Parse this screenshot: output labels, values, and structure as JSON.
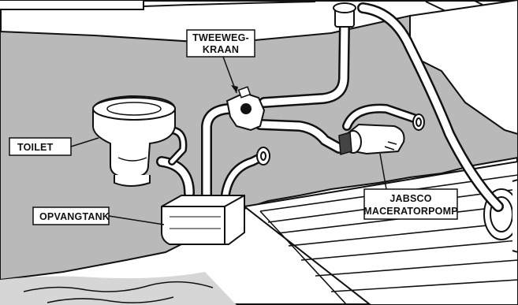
{
  "labels": {
    "tweeweg_line1": "TWEEWEG-",
    "tweeweg_line2": "KRAAN",
    "toilet": "TOILET",
    "opvangtank": "OPVANGTANK",
    "jabsco_line1": "JABSCO",
    "jabsco_line2": "MACERATORPOMP"
  },
  "colors": {
    "hull_fill": "#b9b9b9",
    "outline": "#111111",
    "background": "#ffffff"
  }
}
